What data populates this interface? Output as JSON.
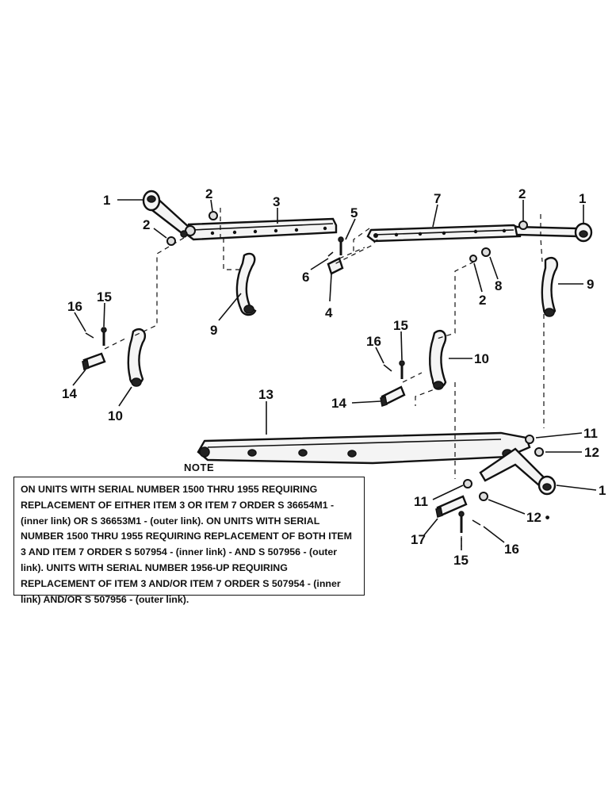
{
  "callouts": {
    "c1a": "1",
    "c1b": "1",
    "c1c": "1",
    "c2a": "2",
    "c2b": "2",
    "c2c": "2",
    "c2d": "2",
    "c3": "3",
    "c4": "4",
    "c5": "5",
    "c6": "6",
    "c7": "7",
    "c8": "8",
    "c9a": "9",
    "c9b": "9",
    "c10a": "10",
    "c10b": "10",
    "c11a": "11",
    "c11b": "11",
    "c12a": "12",
    "c12b": "12 •",
    "c13": "13",
    "c14a": "14",
    "c14b": "14",
    "c15a": "15",
    "c15b": "15",
    "c15c": "15",
    "c16a": "16",
    "c16b": "16",
    "c16c": "16",
    "c17": "17"
  },
  "note": {
    "label": "NOTE",
    "text": "ON UNITS WITH SERIAL NUMBER 1500 THRU 1955 REQUIRING REPLACEMENT OF EITHER ITEM 3 OR ITEM 7 ORDER S 36654M1 - (inner link) OR S 36653M1 - (outer link). ON UNITS WITH SERIAL NUMBER 1500 THRU 1955 REQUIRING REPLACEMENT OF BOTH ITEM 3 AND ITEM 7 ORDER S 507954 - (inner link) - AND S 507956 - (outer link). UNITS WITH SERIAL NUMBER 1956-UP REQUIRING REPLACEMENT OF ITEM 3 AND/OR ITEM 7 ORDER S 507954 - (inner link) AND/OR S 507956 - (outer link)."
  }
}
